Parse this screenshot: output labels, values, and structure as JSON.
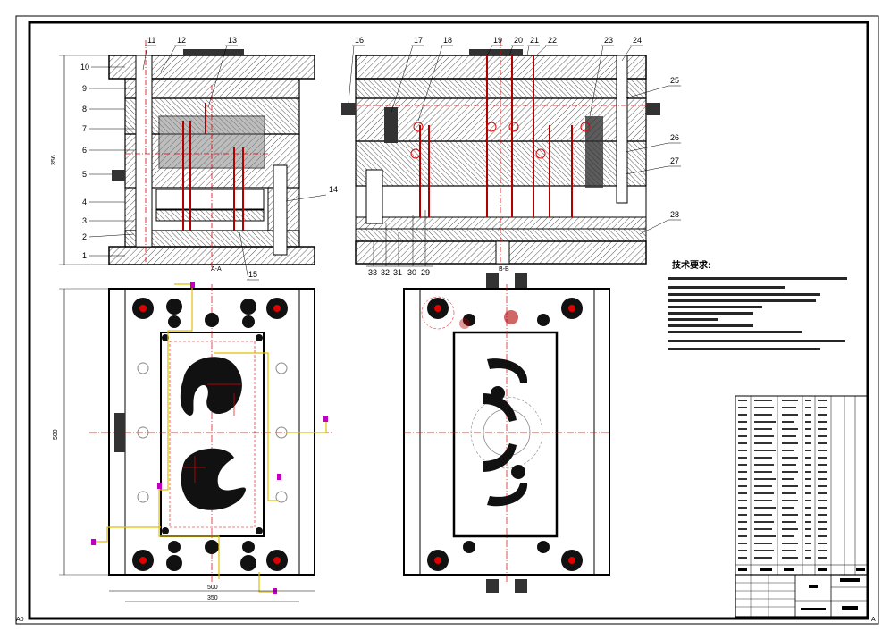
{
  "drawing": {
    "corner_left": "A0",
    "corner_right": "A",
    "section_mark_top_left": "A-A",
    "section_mark_top_right": "B-B"
  },
  "part_labels_left": [
    "1",
    "2",
    "3",
    "4",
    "5",
    "6",
    "7",
    "8",
    "9",
    "10"
  ],
  "part_labels_top_left": [
    "11",
    "12",
    "13"
  ],
  "part_labels_mid": [
    "14",
    "15"
  ],
  "part_labels_top_right": [
    "16",
    "17",
    "18",
    "19",
    "20",
    "21",
    "22",
    "23",
    "24"
  ],
  "part_labels_right": [
    "25",
    "26",
    "27",
    "28"
  ],
  "part_labels_bottom_right": [
    "33",
    "32",
    "31",
    "30",
    "29"
  ],
  "dimensions": {
    "height_left": "356",
    "height_plan": "500",
    "width_plan_outer": "500",
    "width_plan_inner": "350"
  },
  "technical_requirements": {
    "title": "技术要求:"
  },
  "colors": {
    "frame": "#000000",
    "red_center": "#e00000",
    "magenta_mark": "#c000c0",
    "yellow_path": "#e0c000",
    "hatch": "#555555"
  }
}
